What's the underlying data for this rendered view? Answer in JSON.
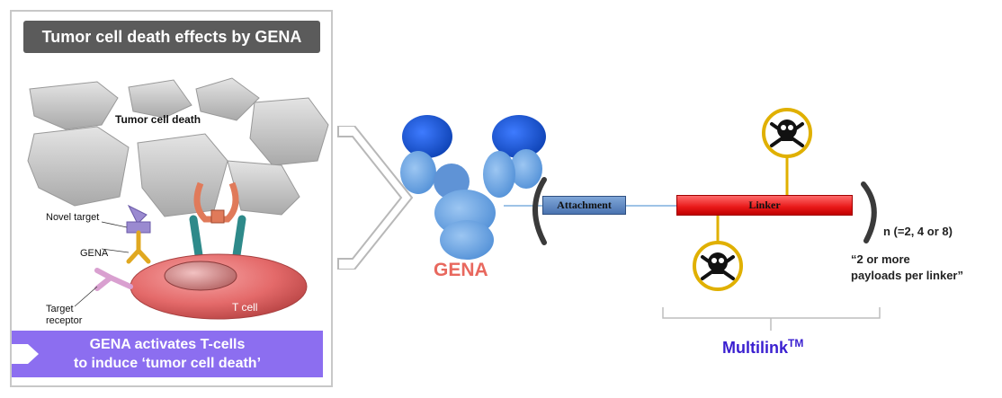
{
  "left_panel": {
    "title": "Tumor cell  death effects  by GENA",
    "labels": {
      "tumor_cell_death": "Tumor cell death",
      "novel_target": "Novel target",
      "gena": "GENA",
      "target_receptor": "Target receptor",
      "t_cell": "T cell"
    },
    "banner": {
      "line1": "GENA activates T-cells",
      "line2": "to induce ‘tumor cell death’",
      "color": "#8c6ef0"
    }
  },
  "right_diagram": {
    "gena_label": "GENA",
    "attachment_label": "Attachment",
    "linker_label": "Linker",
    "n_label": "n (=2, 4 or 8)",
    "payload_note_line1": "“2 or more",
    "payload_note_line2": "payloads per linker”",
    "multilink_label": "Multilink",
    "multilink_superscript": "TM",
    "payload_icon": "skull-crossbones-icon",
    "colors": {
      "gena_text": "#e8685e",
      "multilink_text": "#3a1fd0",
      "linker": "#e81818",
      "attachment": "#4a73b0",
      "payload_ring": "#e0b000"
    }
  }
}
